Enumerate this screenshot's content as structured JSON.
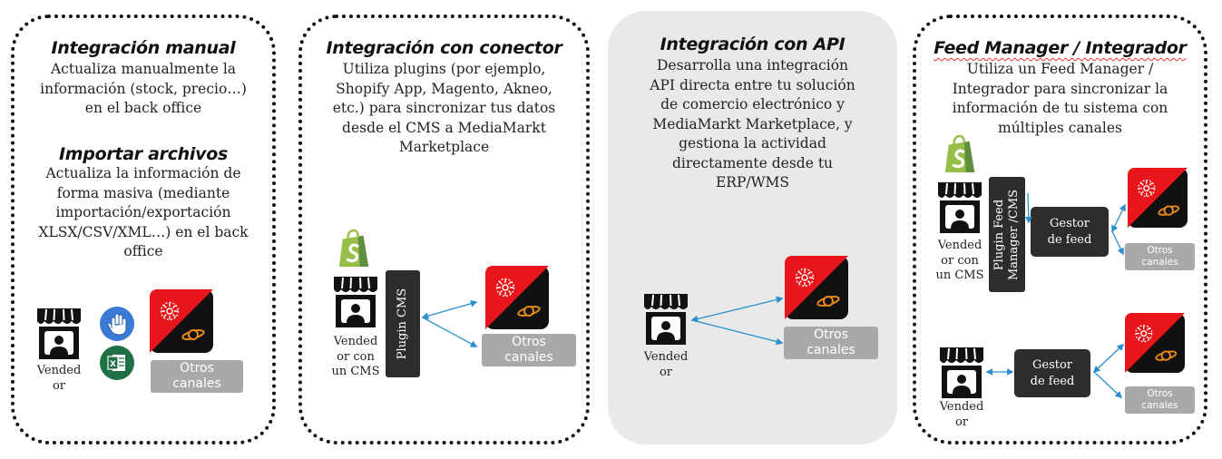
{
  "panels": {
    "manual": {
      "title1": "Integración manual",
      "desc1": [
        "Actualiza manualmente la",
        "información (stock, precio…)",
        "en el back office"
      ],
      "title2": "Importar archivos",
      "desc2": [
        "Actualiza la información de",
        "forma masiva (mediante",
        "importación/exportación",
        "XLSX/CSV/XML…) en el back",
        "office"
      ],
      "seller": [
        "Vended",
        "or"
      ],
      "other": [
        "Otros",
        "canales"
      ]
    },
    "connector": {
      "title": "Integración con conector",
      "desc": [
        "Utiliza plugins (por ejemplo,",
        "Shopify App, Magento, Akneo,",
        "etc.) para sincronizar tus datos",
        "desde el CMS a MediaMarkt",
        "Marketplace"
      ],
      "plugin": "Plugin CMS",
      "seller": [
        "Vended",
        "or con",
        "un CMS"
      ],
      "other": [
        "Otros",
        "canales"
      ]
    },
    "api": {
      "title": "Integración con API",
      "desc": [
        "Desarrolla una integración",
        "API directa entre tu solución",
        "de comercio electrónico y",
        "MediaMarkt Marketplace, y",
        "gestiona la actividad",
        "directamente desde tu",
        "ERP/WMS"
      ],
      "seller": [
        "Vended",
        "or"
      ],
      "other": [
        "Otros",
        "canales"
      ]
    },
    "feed": {
      "title": "Feed Manager / Integrador",
      "desc": [
        "Utiliza un Feed Manager /",
        "Integrador para sincronizar la",
        "información de tu sistema con",
        "múltiples canales"
      ],
      "plugin": [
        "Plugin Feed",
        "Manager /CMS"
      ],
      "gestor1": [
        "Gestor",
        "de feed"
      ],
      "seller1": [
        "Vended",
        "or con",
        "un CMS"
      ],
      "other1": [
        "Otros",
        "canales"
      ],
      "gestor2": [
        "Gestor",
        "de feed"
      ],
      "seller2": [
        "Vended",
        "or"
      ],
      "other2": [
        "Otros",
        "canales"
      ]
    }
  },
  "colors": {
    "arrow": "#2a8fcf",
    "mm_red": "#e8151b",
    "dark": "#2d2d2d",
    "pill": "#a9a9a9",
    "shopify": "#95bf47",
    "excel": "#1e7145",
    "hand": "#3a7bd5"
  },
  "icons": [
    "store-icon",
    "hand-icon",
    "excel-icon",
    "shopify-icon",
    "mediamarkt-logo"
  ]
}
